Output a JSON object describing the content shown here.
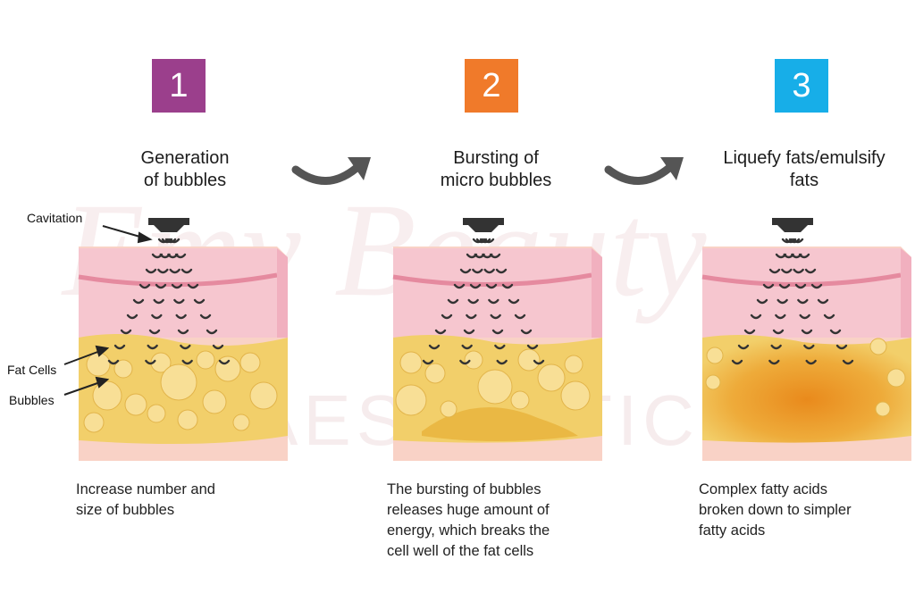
{
  "steps": [
    {
      "number": "1",
      "color": "#9b3f8c",
      "title": "Generation\nof bubbles",
      "description": "Increase number and\nsize of bubbles"
    },
    {
      "number": "2",
      "color": "#f07a2a",
      "title": "Bursting of\nmicro bubbles",
      "description": "The bursting of bubbles\nreleases huge amount of\nenergy, which breaks the\ncell well of the fat cells"
    },
    {
      "number": "3",
      "color": "#17aee8",
      "title": "Liquefy fats/emulsify\nfats",
      "description": "Complex fatty acids\nbroken down to simpler\nfatty acids"
    }
  ],
  "callouts": {
    "cavitation": "Cavitation",
    "fat_cells": "Fat Cells",
    "bubbles": "Bubbles"
  },
  "watermark": {
    "script": "Emy Beauty",
    "text": "AESTHETICS"
  },
  "colors": {
    "skin_top": "#f6c6cf",
    "skin_line": "#e58a9f",
    "fat": "#f2cf6a",
    "fat_cell": "#f6dc8d",
    "melted_fat": "#e9a528",
    "base": "#f7bfae",
    "arrow": "#555555",
    "probe": "#333333"
  }
}
